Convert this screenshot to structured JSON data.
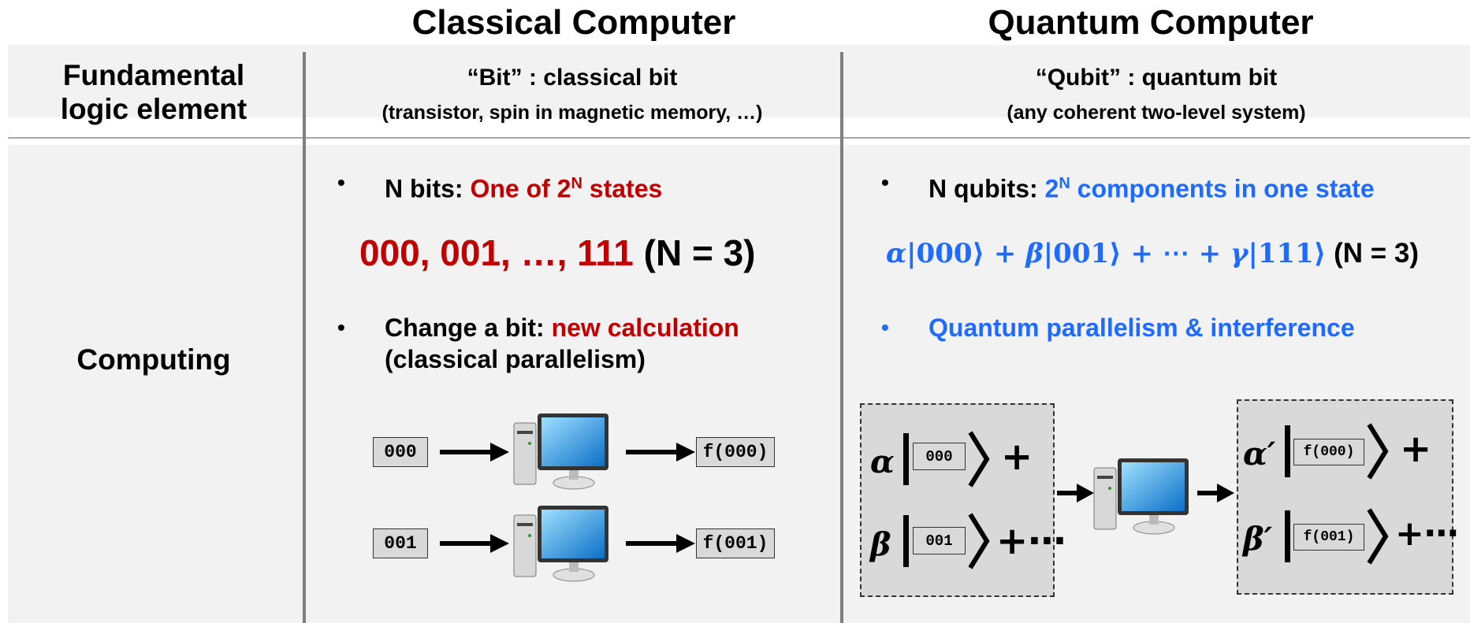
{
  "headers": {
    "classical": "Classical Computer",
    "quantum": "Quantum Computer"
  },
  "row1": {
    "label_line1": "Fundamental",
    "label_line2": "logic element",
    "classical_title": "“Bit” : classical bit",
    "classical_sub": "(transistor, spin in magnetic memory, …)",
    "quantum_title": "“Qubit” : quantum bit",
    "quantum_sub": "(any coherent two-level system)"
  },
  "row2": {
    "label": "Computing",
    "bullet_glyph": "•",
    "classical": {
      "b1_prefix": "N bits: ",
      "b1_highlight": "One of 2",
      "b1_sup": "N",
      "b1_suffix": " states",
      "states_red": "000, 001, …, 111",
      "states_black": " (N = 3)",
      "b2_prefix": "Change a bit: ",
      "b2_highlight": "new calculation",
      "b2_line2": "(classical parallelism)",
      "flows": [
        {
          "input": "000",
          "output": "f(000)"
        },
        {
          "input": "001",
          "output": "f(001)"
        }
      ]
    },
    "quantum": {
      "b1_prefix": "N qubits: ",
      "b1_sup_base": "2",
      "b1_sup": "N",
      "b1_highlight": " components in one state",
      "eq_a": "α",
      "eq_k1": "|000⟩ + ",
      "eq_b": "β",
      "eq_k2": "|001⟩ + ⋯ + ",
      "eq_g": "γ",
      "eq_k3": "|111⟩",
      "eq_suffix": " (N = 3)",
      "b2": "Quantum parallelism & interference",
      "input_terms": [
        {
          "coef": "α",
          "ket": "000",
          "tail": "+"
        },
        {
          "coef": "β",
          "ket": "001",
          "tail": "+⋯"
        }
      ],
      "output_terms": [
        {
          "coef": "α′",
          "ket": "f(000)",
          "tail": "+"
        },
        {
          "coef": "β′",
          "ket": "f(001)",
          "tail": "+⋯"
        }
      ]
    }
  },
  "colors": {
    "highlight_red": "#c00000",
    "highlight_blue": "#1f6bff",
    "band": "#f2f2f2",
    "box": "#d9d9d9"
  },
  "icons": [
    "desktop-computer-icon",
    "arrow-right-icon"
  ]
}
